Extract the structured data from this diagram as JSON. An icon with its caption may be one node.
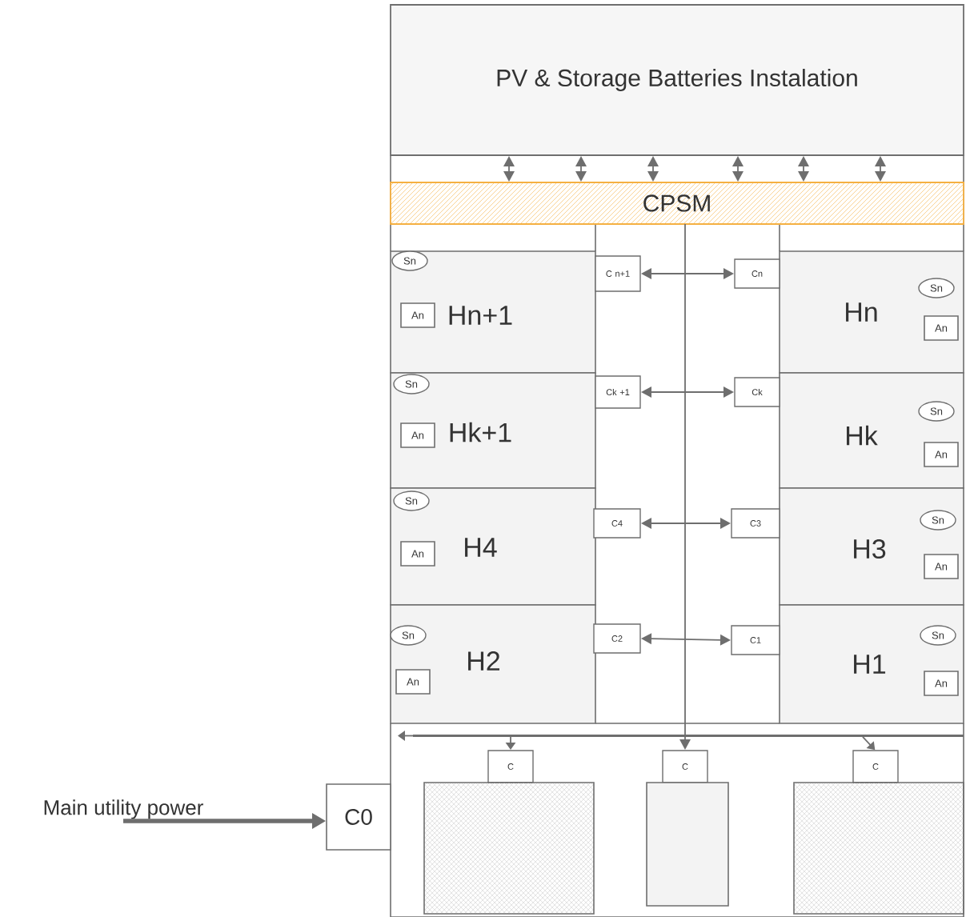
{
  "diagram": {
    "nodes": [
      {
        "text": [
          "PV & Storage Batteries Instalation"
        ]
      },
      {
        "text": [
          "CPSM"
        ]
      },
      {
        "text": [
          "Hn+1"
        ]
      },
      {
        "text": [
          "Sn"
        ],
        "in": 2
      },
      {
        "text": [
          "An"
        ],
        "in": 2
      },
      {
        "text": [
          "Hn"
        ]
      },
      {
        "text": [
          "Sn"
        ],
        "in": 5
      },
      {
        "text": [
          "An"
        ],
        "in": 5
      },
      {
        "text": [
          "Hk+1"
        ]
      },
      {
        "text": [
          "Sn"
        ],
        "in": 8
      },
      {
        "text": [
          "An"
        ],
        "in": 8
      },
      {
        "text": [
          "Hk"
        ]
      },
      {
        "text": [
          "Sn"
        ],
        "in": 11
      },
      {
        "text": [
          "An"
        ],
        "in": 11
      },
      {
        "text": [
          "H4"
        ]
      },
      {
        "text": [
          "Sn"
        ],
        "in": 14
      },
      {
        "text": [
          "An"
        ],
        "in": 14
      },
      {
        "text": [
          "H3"
        ]
      },
      {
        "text": [
          "Sn"
        ],
        "in": 17
      },
      {
        "text": [
          "An"
        ],
        "in": 17
      },
      {
        "text": [
          "H2"
        ]
      },
      {
        "text": [
          "Sn"
        ],
        "in": 20
      },
      {
        "text": [
          "An"
        ],
        "in": 20
      },
      {
        "text": [
          "H1"
        ]
      },
      {
        "text": [
          "Sn"
        ],
        "in": 23
      },
      {
        "text": [
          "An"
        ],
        "in": 23
      },
      {
        "text": [
          "C n+1"
        ]
      },
      {
        "text": [
          "Cn"
        ]
      },
      {
        "text": [
          "Ck +1"
        ]
      },
      {
        "text": [
          "Ck"
        ]
      },
      {
        "text": [
          "C4"
        ]
      },
      {
        "text": [
          "C3"
        ]
      },
      {
        "text": [
          "C2"
        ]
      },
      {
        "text": [
          "C1"
        ]
      },
      {
        "text": [
          "C0"
        ]
      },
      {
        "text": [
          "Main utility power"
        ]
      },
      {
        "text": [
          "C"
        ]
      },
      {
        "text": [],
        "shape": "box"
      },
      {
        "text": [
          "C"
        ]
      },
      {
        "text": [],
        "shape": "box"
      },
      {
        "text": [
          "C"
        ]
      },
      {
        "text": [],
        "shape": "box"
      },
      {
        "text": [],
        "shape": "bar"
      }
    ],
    "edges": [
      {
        "from": 0,
        "to": 1,
        "arrow": "both"
      },
      {
        "from": 0,
        "to": 1,
        "arrow": "both"
      },
      {
        "from": 0,
        "to": 1,
        "arrow": "both"
      },
      {
        "from": 0,
        "to": 1,
        "arrow": "both"
      },
      {
        "from": 0,
        "to": 1,
        "arrow": "both"
      },
      {
        "from": 0,
        "to": 1,
        "arrow": "both"
      },
      {
        "from": 26,
        "to": 27,
        "arrow": "both"
      },
      {
        "from": 28,
        "to": 29,
        "arrow": "both"
      },
      {
        "from": 30,
        "to": 31,
        "arrow": "both"
      },
      {
        "from": 32,
        "to": 33,
        "arrow": "both"
      },
      {
        "from": 1,
        "to": 38,
        "arrow": "to"
      },
      {
        "from": 42,
        "to": 36,
        "arrow": "to"
      },
      {
        "from": 42,
        "to": 40,
        "arrow": "to"
      },
      {
        "from": 42,
        "to": null,
        "arrow": "to"
      },
      {
        "from": 35,
        "to": 34,
        "arrow": "to",
        "style": "thick"
      }
    ]
  }
}
